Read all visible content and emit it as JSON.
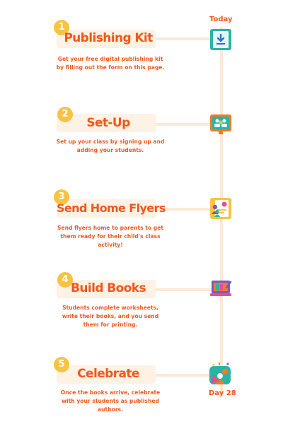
{
  "timeline": {
    "start_label": "Today",
    "end_label": "Day 28"
  },
  "steps": [
    {
      "number": "1",
      "title": "Publishing Kit",
      "description": "Get your free digital publishing kit by filling out the form on this page.",
      "icon": "download-document-icon"
    },
    {
      "number": "2",
      "title": "Set-Up",
      "description": "Set up your class by signing up and adding your students.",
      "icon": "classroom-screen-icon"
    },
    {
      "number": "3",
      "title": "Send Home Flyers",
      "description": "Send flyers home to parents to get them ready for their child's class activity!",
      "icon": "parent-flyer-icon"
    },
    {
      "number": "4",
      "title": "Build Books",
      "description": "Students complete worksheets, write their books, and you send them for printing.",
      "icon": "laptop-book-icon"
    },
    {
      "number": "5",
      "title": "Celebrate",
      "description": "Once the books arrive, celebrate with your students as published authors.",
      "icon": "celebration-icon"
    }
  ],
  "colors": {
    "accent": "#f2561d",
    "number_badge": "#f8c343",
    "line": "#fbe9d3",
    "card": "#fdf2e3",
    "icon_teal": "#2bb3a6",
    "icon_orange": "#f47b20",
    "icon_purple": "#7e57c2"
  }
}
